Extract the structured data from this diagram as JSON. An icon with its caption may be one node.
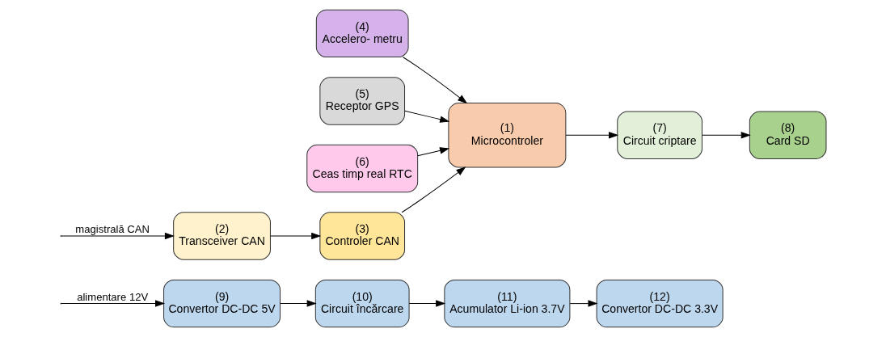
{
  "diagram": {
    "nodes": [
      {
        "text": [
          "(9)",
          "Convertor DC-DC 5V"
        ]
      },
      {
        "text": [
          "(10)",
          "Circuit încărcare"
        ]
      },
      {
        "text": [
          "(11)",
          "Acumulator Li-ion 3.7V"
        ]
      },
      {
        "text": [
          "(12)",
          "Convertor DC-DC 3.3V"
        ]
      },
      {
        "text": [
          "(2)",
          "Transceiver CAN"
        ]
      },
      {
        "text": [
          "(3)",
          "Controler CAN"
        ]
      },
      {
        "text": [
          "(1)",
          "Microcontroler"
        ]
      },
      {
        "text": [
          "(7)",
          "Circuit criptare"
        ]
      },
      {
        "text": [
          "(8)",
          "Card SD"
        ]
      },
      {
        "text": [
          "(4)",
          "Accelero- metru"
        ]
      },
      {
        "text": [
          "(5)",
          "Receptor GPS"
        ]
      },
      {
        "text": [
          "(6)",
          "Ceas timp real RTC"
        ]
      }
    ],
    "edges": [
      {
        "from": null,
        "to": 0,
        "arrow": "to",
        "label": "alimentare 12V"
      },
      {
        "from": 0,
        "to": 1,
        "arrow": "to"
      },
      {
        "from": 1,
        "to": 2,
        "arrow": "to"
      },
      {
        "from": 2,
        "to": 3,
        "arrow": "to"
      },
      {
        "from": null,
        "to": 4,
        "arrow": "to",
        "label": "magistrală CAN"
      },
      {
        "from": 4,
        "to": 5,
        "arrow": "to"
      },
      {
        "from": 5,
        "to": 6,
        "arrow": "to"
      },
      {
        "from": 6,
        "to": 7,
        "arrow": "to"
      },
      {
        "from": 7,
        "to": 8,
        "arrow": "to"
      },
      {
        "from": 9,
        "to": 6,
        "arrow": "to"
      },
      {
        "from": 10,
        "to": 6,
        "arrow": "to"
      },
      {
        "from": 11,
        "to": 6,
        "arrow": "to"
      }
    ]
  }
}
